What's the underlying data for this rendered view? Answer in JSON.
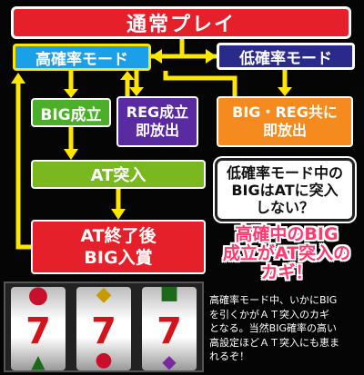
{
  "title": "通常プレイ",
  "nodes": {
    "high_mode": "高確率モード",
    "low_mode": "低確率モード",
    "big": "BIG成立",
    "reg": [
      "REG成立",
      "即放出"
    ],
    "both": [
      "BIG・REG共に",
      "即放出"
    ],
    "at_entry": "AT突入",
    "at_end": [
      "AT終了後",
      "BIG入賞"
    ]
  },
  "question": [
    "低確率モード中の",
    "BIGはATに突入",
    "しない？"
  ],
  "key_point": [
    "高確中のBIG",
    "成立がAT突入の",
    "カギ！"
  ],
  "description": [
    "高確率モード中、いかにBIG",
    "を引くかがＡＴ突入のカギ",
    "となる。当然BIG確率の高い",
    "高設定ほどＡＴ突入にも恵ま",
    "れるぞ！"
  ],
  "reel_symbols": [
    "7",
    "7",
    "7"
  ],
  "colors": {
    "arrow": "#ffe600",
    "accent": "#ff3a6e"
  }
}
